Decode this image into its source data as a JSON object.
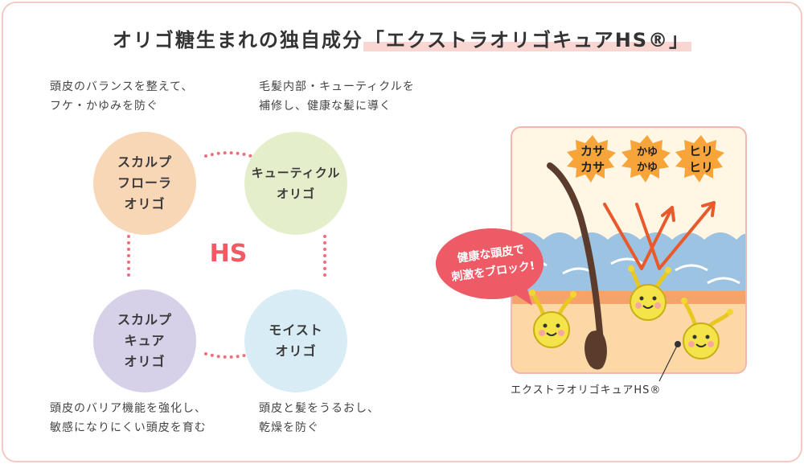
{
  "title": {
    "main": "オリゴ糖生まれの独自成分",
    "highlight": "「エクストラオリゴキュアHS®」"
  },
  "center_label": "HS",
  "notes": {
    "top_left": [
      "頭皮のバランスを整えて、",
      "フケ・かゆみを防ぐ"
    ],
    "top_right": [
      "毛髪内部・キューティクルを",
      "補修し、健康な髪に導く"
    ],
    "bottom_left": [
      "頭皮のバリア機能を強化し、",
      "敏感になりにくい頭皮を育む"
    ],
    "bottom_right": [
      "頭皮と髪をうるおし、",
      "乾燥を防ぐ"
    ]
  },
  "circles": {
    "scalp_flora": {
      "lines": [
        "スカルプ",
        "フローラ",
        "オリゴ"
      ],
      "color": "#f8d7b6"
    },
    "cuticle": {
      "lines": [
        "キューティクル",
        "オリゴ"
      ],
      "color": "#e4eecb"
    },
    "scalp_cure": {
      "lines": [
        "スカルプ",
        "キュア",
        "オリゴ"
      ],
      "color": "#d6d0e8"
    },
    "moist": {
      "lines": [
        "モイスト",
        "オリゴ"
      ],
      "color": "#d8ecf5"
    }
  },
  "illustration": {
    "callout": [
      "健康な頭皮で",
      "刺激をブロック!"
    ],
    "bursts": [
      [
        "カサ",
        "カサ"
      ],
      [
        "かゆ",
        "かゆ"
      ],
      [
        "ヒリ",
        "ヒリ"
      ]
    ],
    "caption": "エクストラオリゴキュアHS®"
  },
  "colors": {
    "accent": "#f05a63",
    "border": "#f3c9c1",
    "dots": "#f26d7a"
  }
}
